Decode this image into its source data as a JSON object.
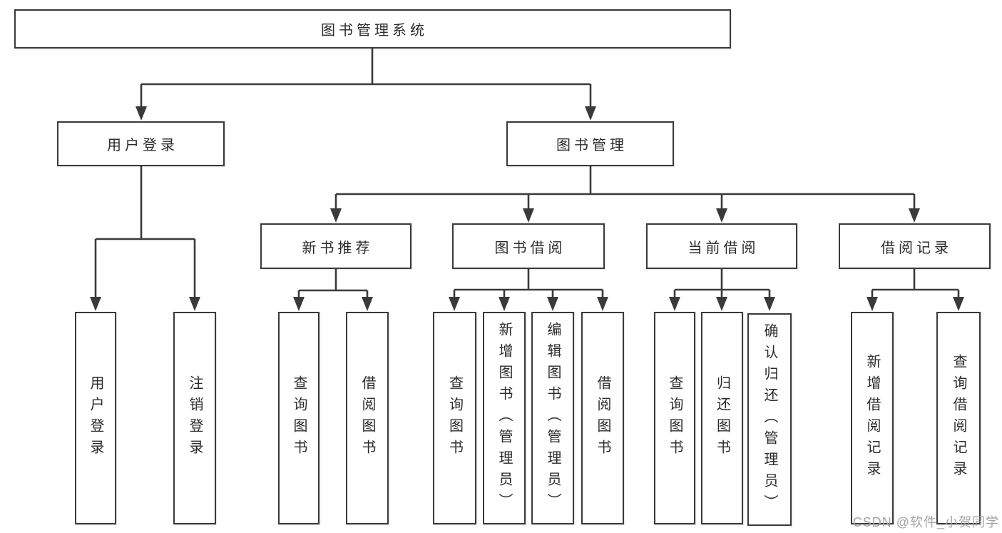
{
  "tree": {
    "root": "图书管理系统",
    "branches": [
      {
        "label": "用户登录",
        "children": [
          "用户登录",
          "注销登录"
        ]
      },
      {
        "label": "图书管理",
        "sections": [
          {
            "label": "新书推荐",
            "children": [
              "查询图书",
              "借阅图书"
            ]
          },
          {
            "label": "图书借阅",
            "children": [
              "查询图书",
              "新增图书（管理员）",
              "编辑图书（管理员）",
              "借阅图书"
            ]
          },
          {
            "label": "当前借阅",
            "children": [
              "查询图书",
              "归还图书",
              "确认归还（管理员）"
            ]
          },
          {
            "label": "借阅记录",
            "children": [
              "新增借阅记录",
              "查询借阅记录"
            ]
          }
        ]
      }
    ]
  },
  "watermark": "CSDN @软件_小贺同学",
  "colors": {
    "line": "#3a3a3a",
    "text": "#2b2b2b",
    "watermark": "#a3a3a3",
    "background": "#ffffff"
  }
}
